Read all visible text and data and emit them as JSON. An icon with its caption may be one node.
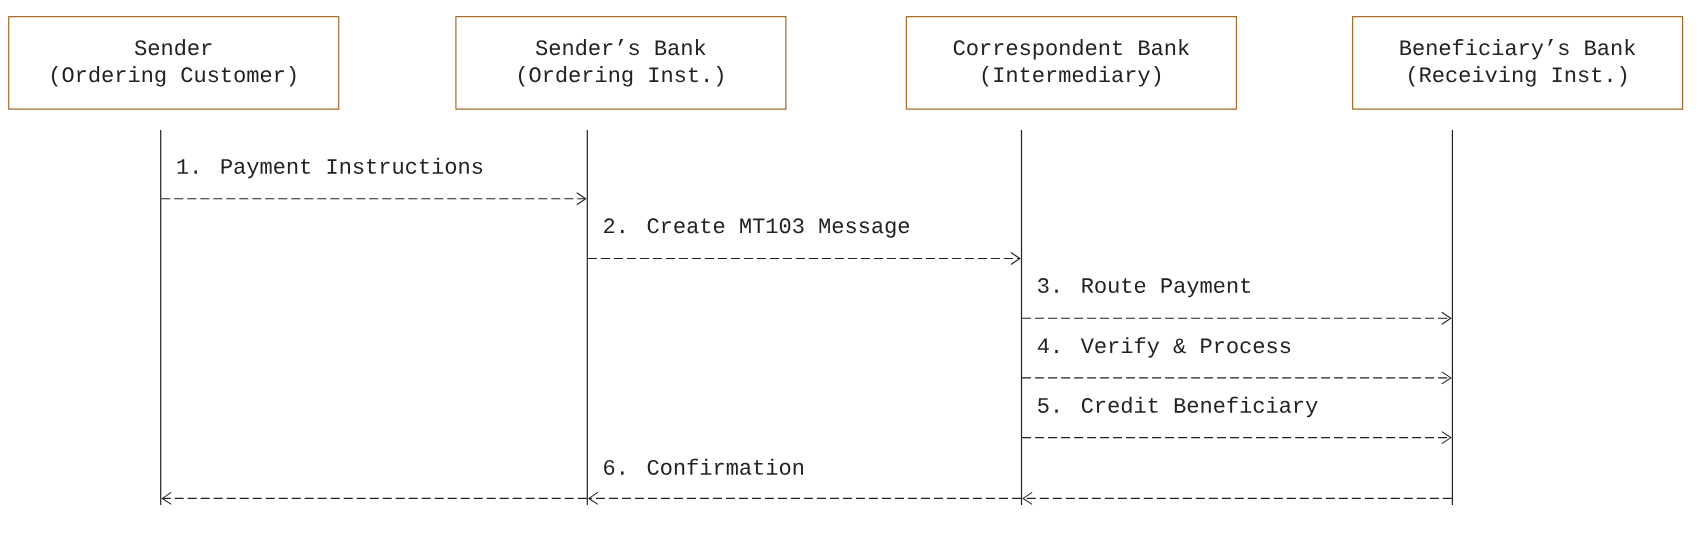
{
  "diagram": {
    "nodes": [
      {
        "text": [
          "Sender",
          "(Ordering Customer)"
        ]
      },
      {
        "text": [
          "Sender’s Bank",
          "(Ordering Inst.)"
        ]
      },
      {
        "text": [
          "Correspondent Bank",
          "(Intermediary)"
        ]
      },
      {
        "text": [
          "Beneficiary’s Bank",
          "(Receiving Inst.)"
        ]
      }
    ],
    "edges": [
      {
        "from": 0,
        "to": 1,
        "arrow": "to",
        "label": "1. Payment Instructions",
        "style": "dashed"
      },
      {
        "from": 1,
        "to": 2,
        "arrow": "to",
        "label": "2. Create MT103 Message",
        "style": "dashed"
      },
      {
        "from": 2,
        "to": 3,
        "arrow": "to",
        "label": "3. Route Payment",
        "style": "dashed"
      },
      {
        "from": 2,
        "to": 3,
        "arrow": "to",
        "label": "4. Verify & Process",
        "style": "dashed"
      },
      {
        "from": 2,
        "to": 3,
        "arrow": "to",
        "label": "5. Credit Beneficiary",
        "style": "dashed"
      },
      {
        "from": 3,
        "to": 2,
        "arrow": "to",
        "style": "dashed"
      },
      {
        "from": 2,
        "to": 1,
        "arrow": "to",
        "label": "6. Confirmation",
        "style": "dashed"
      },
      {
        "from": 1,
        "to": 0,
        "arrow": "to",
        "style": "dashed"
      }
    ]
  }
}
